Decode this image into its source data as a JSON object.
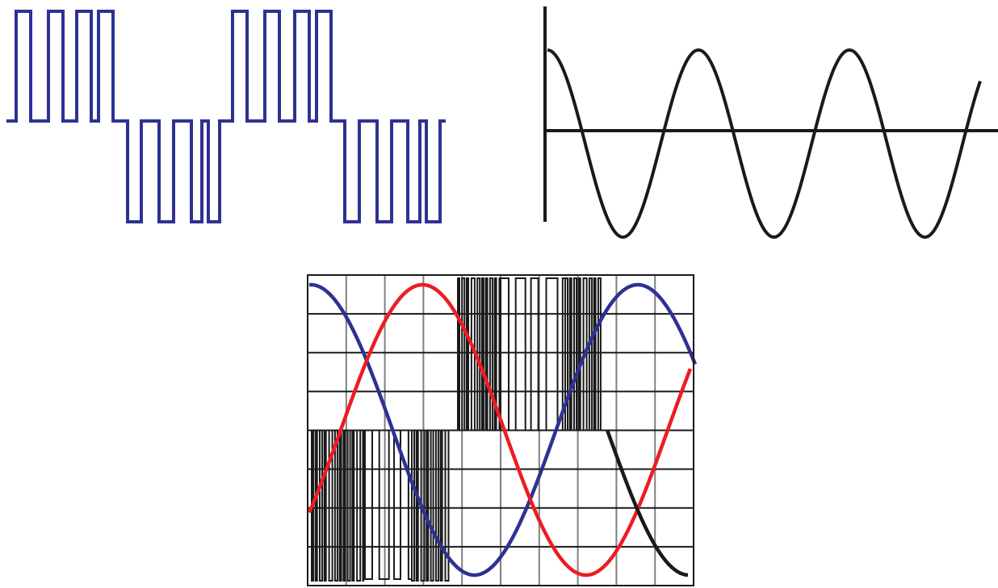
{
  "colors": {
    "background": "#ffffff",
    "pwm_waveform": "#2e3192",
    "sine_waveform": "#1a1a1a",
    "grid": "#808080",
    "scope_frame": "#1a1a1a",
    "scope_pwm": "#1a1a1a",
    "scope_blue_phase": "#2e3192",
    "scope_red_phase": "#ed1c24",
    "scope_black_phase": "#1a1a1a"
  },
  "panels": {
    "pwm": {
      "description_icon": "square-pulse-waveform",
      "pulses_per_half_cycle": 4,
      "half_cycles": 4
    },
    "sine": {
      "description_icon": "sine-waveform",
      "cycles_shown": 3
    },
    "scope": {
      "description_icon": "oscilloscope-grid",
      "grid_columns": 10,
      "grid_rows": 8,
      "phases": [
        "blue",
        "red",
        "black"
      ]
    }
  }
}
